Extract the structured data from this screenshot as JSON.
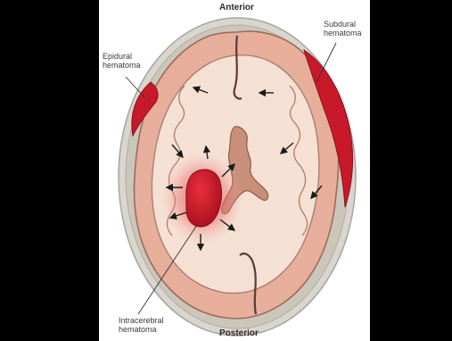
{
  "labels": {
    "anterior": "Anterior",
    "posterior": "Posterior",
    "epidural_line1": "Epidural",
    "epidural_line2": "hematoma",
    "subdural_line1": "Subdural",
    "subdural_line2": "hematoma",
    "intracerebral_line1": "Intracerebral",
    "intracerebral_line2": "hematoma"
  },
  "colors": {
    "background_bars": "#000000",
    "skull_outer": "#d8d6d0",
    "dura": "#c9c4b8",
    "cortex": "#e8b3a0",
    "white_matter": "#f6e3d6",
    "ventricle": "#c9907a",
    "hematoma": "#c8192b",
    "edema": "#e06060"
  },
  "icons": {
    "mass_effect_arrow": "arrow-icon"
  }
}
